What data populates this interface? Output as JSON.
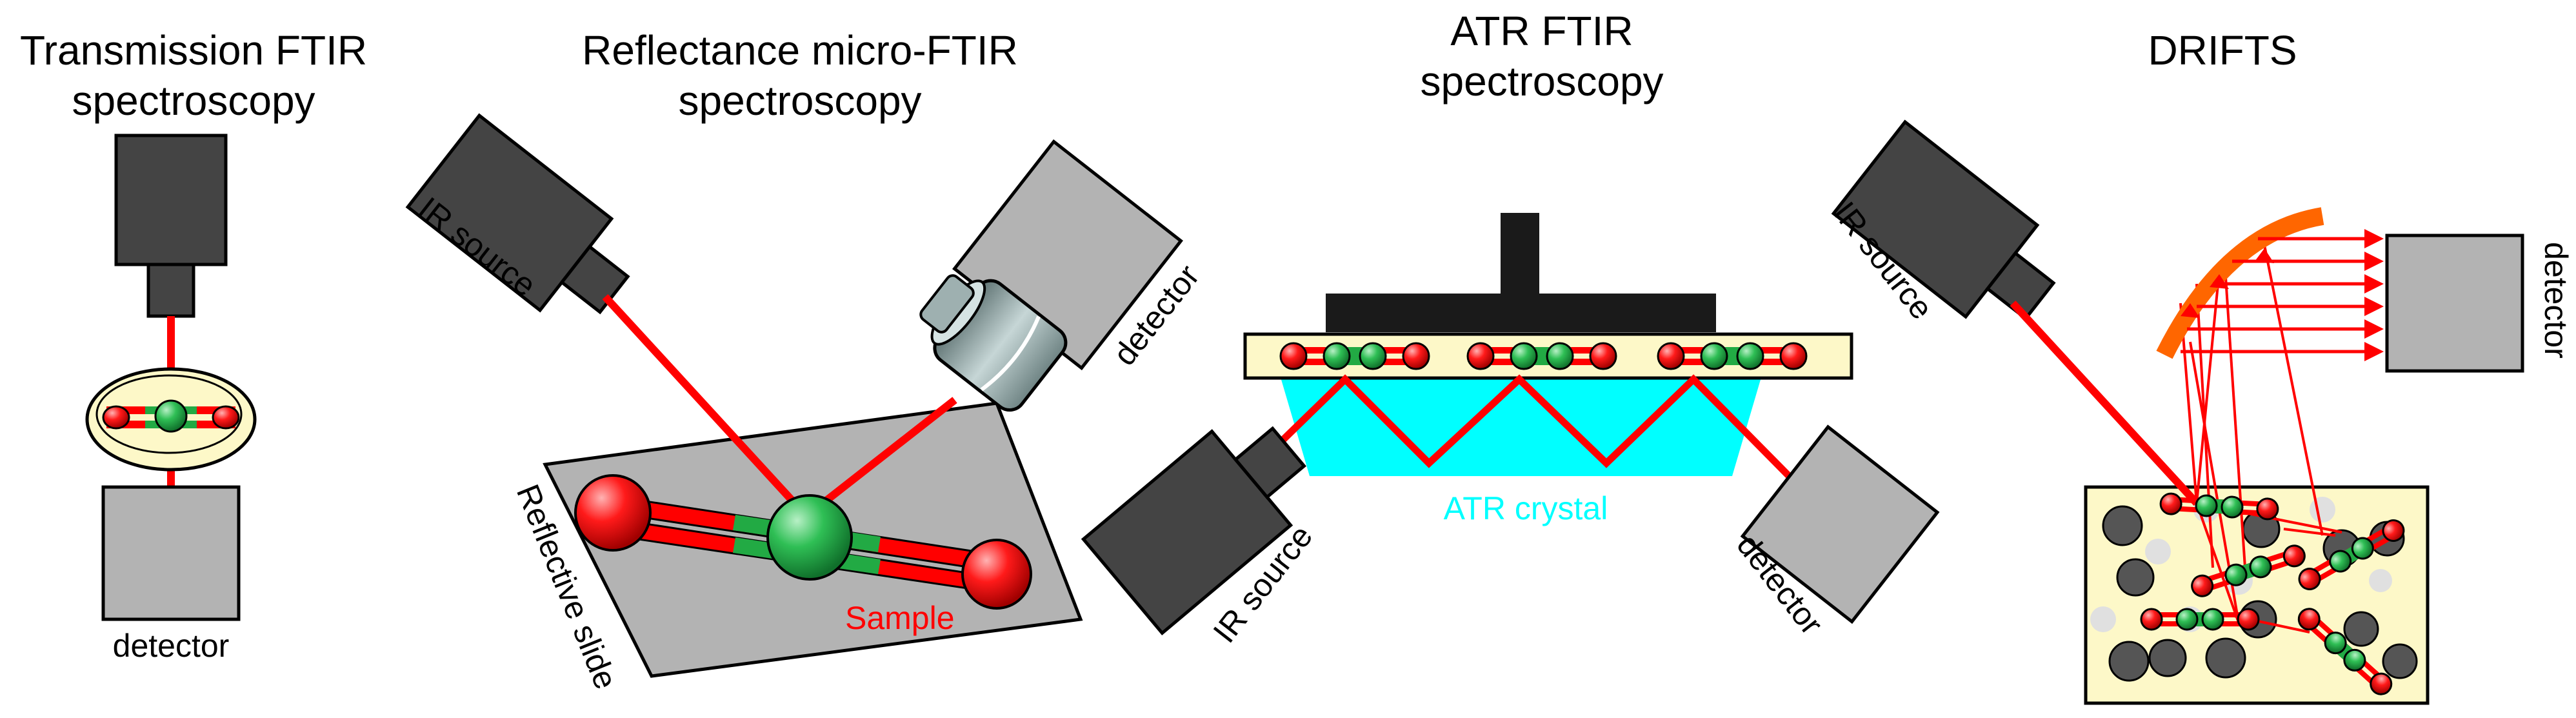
{
  "panels": {
    "transmission": {
      "title_line1": "Transmission FTIR",
      "title_line2": "spectroscopy",
      "detector_label": "detector"
    },
    "reflectance": {
      "title_line1": "Reflectance micro-FTIR",
      "title_line2": "spectroscopy",
      "source_label": "IR source",
      "detector_label": "detector",
      "slide_label": "Reflective slide",
      "sample_label": "Sample"
    },
    "atr": {
      "title_line1": "ATR FTIR",
      "title_line2": "spectroscopy",
      "crystal_label": "ATR crystal",
      "source_label": "IR source",
      "detector_label": "detector"
    },
    "drifts": {
      "title_line1": "DRIFTS",
      "source_label": "IR source",
      "detector_label": "detector"
    }
  },
  "colors": {
    "beam": "#ff0000",
    "camera_dark": "#444444",
    "detector_gray": "#b3b3b3",
    "sample_bg": "#fdf8c8",
    "atr_crystal": "#00ffff",
    "mirror": "#ff6600",
    "atom_green": "#22aa44",
    "atom_red": "#ff0000",
    "sample_label_color": "#ff0000",
    "crystal_label_color": "#00ffff"
  }
}
